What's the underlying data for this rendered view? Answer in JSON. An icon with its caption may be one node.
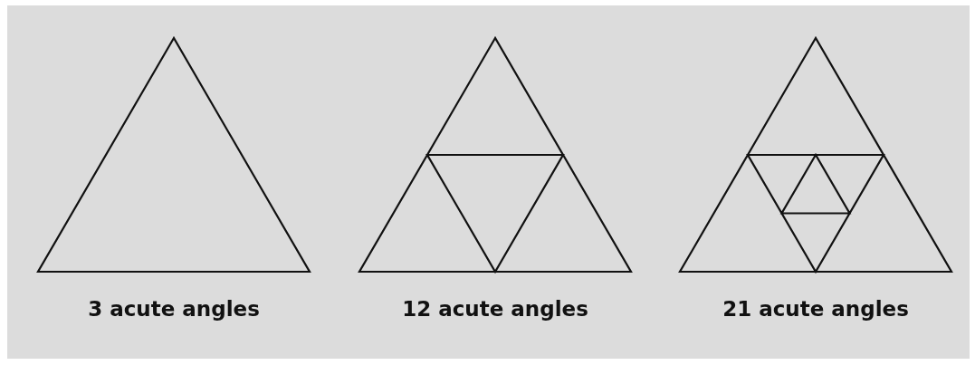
{
  "diagram": {
    "labels": [
      "3 acute angles",
      "12 acute angles",
      "21 acute angles"
    ]
  }
}
